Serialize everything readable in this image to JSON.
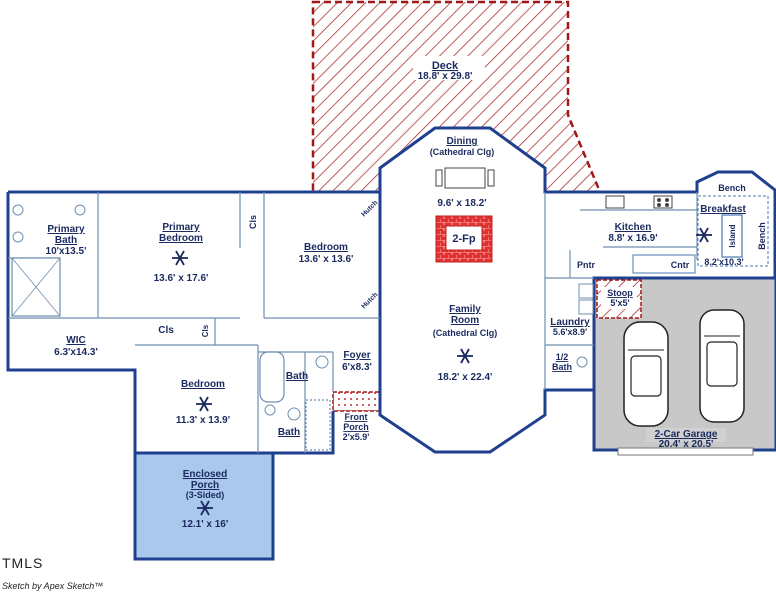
{
  "rooms": {
    "deck": {
      "name": "Deck",
      "dims": "18.8' x 29.8'"
    },
    "dining": {
      "name": "Dining",
      "note": "(Cathedral Clg)",
      "dims": "9.6' x 18.2'"
    },
    "fireplace": {
      "name": "2-Fp"
    },
    "primary_bath": {
      "name1": "Primary",
      "name2": "Bath",
      "dims": "10'x13.5'"
    },
    "primary_bedroom": {
      "name1": "Primary",
      "name2": "Bedroom",
      "dims": "13.6' x 17.6'"
    },
    "closet_primary": {
      "name": "Cls"
    },
    "bedroom_2": {
      "name": "Bedroom",
      "dims": "13.6' x 13.6'"
    },
    "hutch_top": {
      "name": "Hutch"
    },
    "hutch_bottom": {
      "name": "Hutch"
    },
    "family_room": {
      "name1": "Family",
      "name2": "Room",
      "note": "(Cathedral Clg)",
      "dims": "18.2' x 22.4'"
    },
    "kitchen": {
      "name": "Kitchen",
      "dims": "8.8' x 16.9'"
    },
    "bench_top": {
      "name": "Bench"
    },
    "bench_right": {
      "name": "Bench"
    },
    "breakfast": {
      "name": "Breakfast",
      "dims": "8.2'x10.3'"
    },
    "island": {
      "name": "Island"
    },
    "pantry": {
      "name": "Pntr"
    },
    "counter": {
      "name": "Cntr"
    },
    "stoop": {
      "name": "Stoop",
      "dims": "5'x5'"
    },
    "laundry": {
      "name": "Laundry",
      "dims": "5.6'x8.9'"
    },
    "half_bath": {
      "name1": "1/2",
      "name2": "Bath"
    },
    "wic": {
      "name": "WIC",
      "dims": "6.3'x14.3'"
    },
    "closet_hall": {
      "name": "Cls"
    },
    "closet_small": {
      "name": "Cls"
    },
    "foyer": {
      "name": "Foyer",
      "dims": "6'x8.3'"
    },
    "bath_upper": {
      "name": "Bath"
    },
    "bath_lower": {
      "name": "Bath"
    },
    "bedroom_3": {
      "name": "Bedroom",
      "dims": "11.3' x 13.9'"
    },
    "front_porch": {
      "name1": "Front",
      "name2": "Porch",
      "dims": "2'x5.9'"
    },
    "garage": {
      "name": "2-Car Garage",
      "dims": "20.4' x 20.5'"
    },
    "enclosed_porch": {
      "name1": "Enclosed",
      "name2": "Porch",
      "note": "(3-Sided)",
      "dims": "12.1' x 16'"
    }
  },
  "footer": {
    "logo": "TMLS",
    "credit": "Sketch by Apex Sketch™"
  },
  "colors": {
    "wall": "#1f3f8f",
    "deck": "#a01818",
    "garage": "#c8c8c8",
    "enclosed_porch": "#a9c8ec",
    "fireplace": "#e03030",
    "text": "#1a2a5e"
  }
}
